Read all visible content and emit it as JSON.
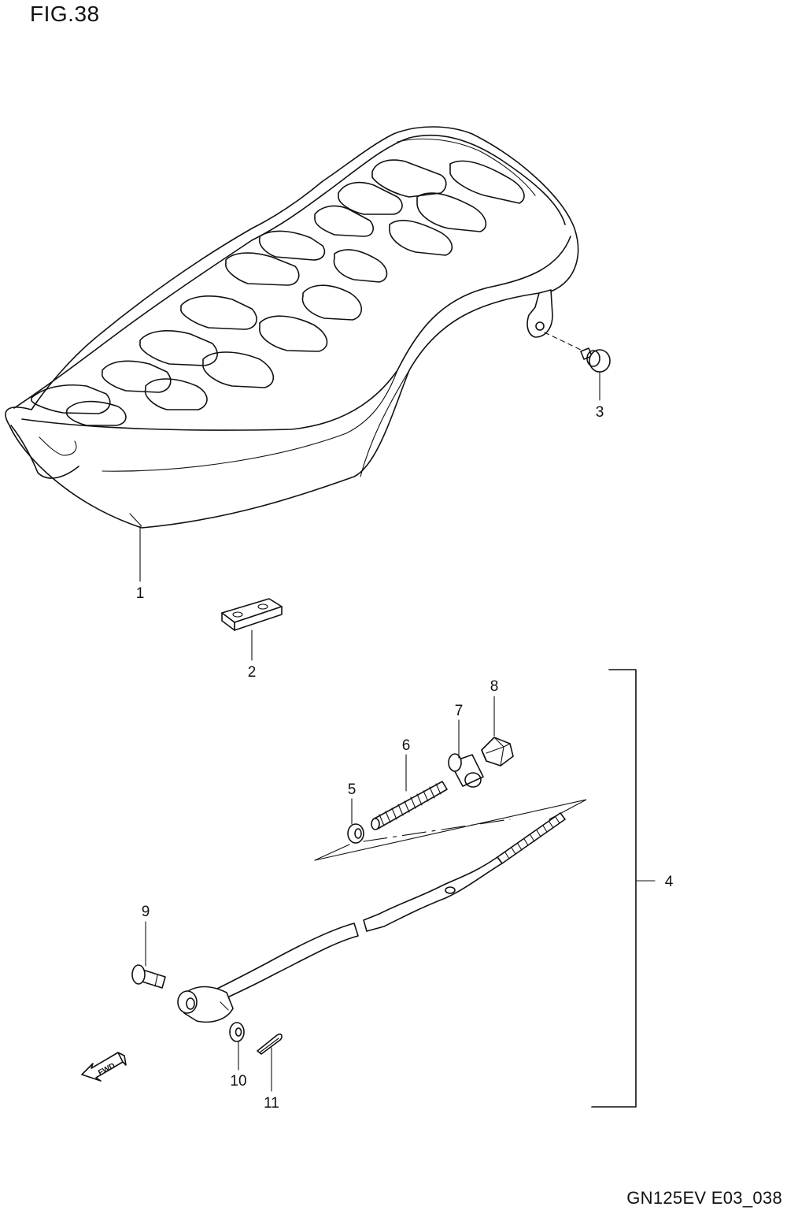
{
  "figure": {
    "title": "FIG.38",
    "code": "GN125EV E03_038"
  },
  "callouts": [
    "1",
    "2",
    "3",
    "4",
    "5",
    "6",
    "7",
    "8",
    "9",
    "10",
    "11"
  ],
  "fwd_label": "FWD",
  "icons": [
    "fwd-arrow-icon"
  ],
  "colors": {
    "ink": "#111111",
    "background": "#ffffff"
  }
}
